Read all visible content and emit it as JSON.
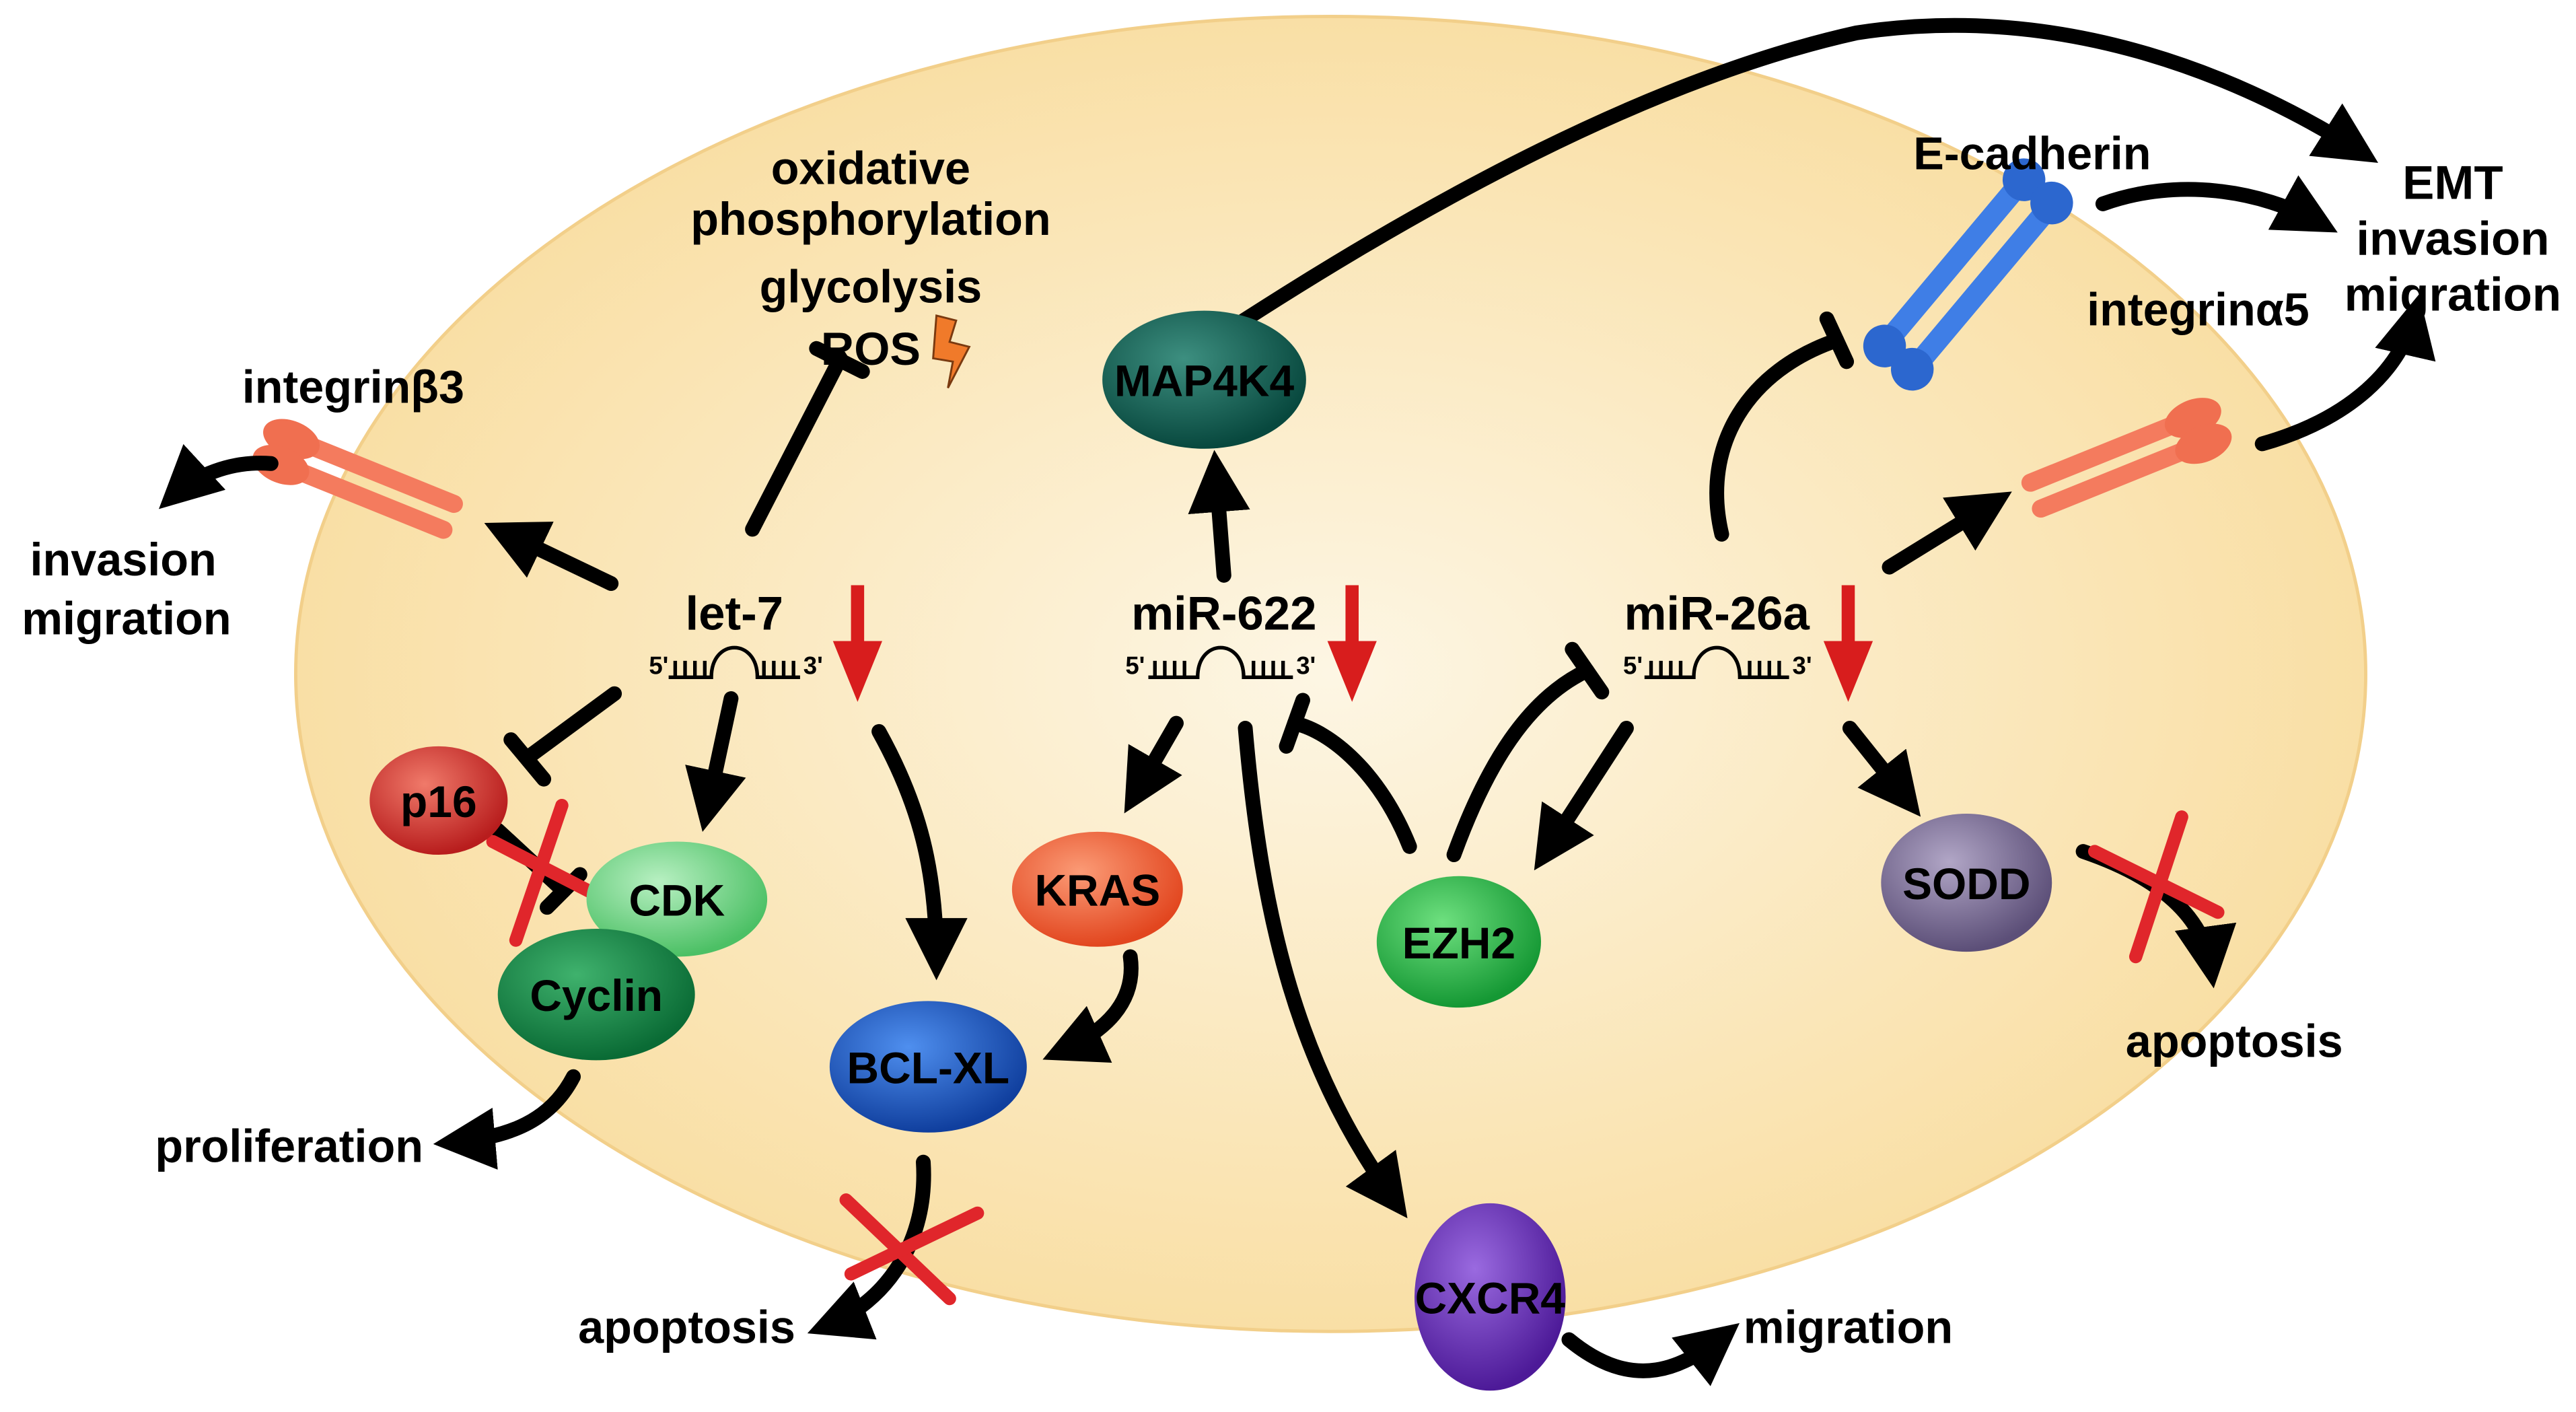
{
  "cell": {
    "fill_center": "#fdf6e4",
    "fill_edge": "#f9dfa5",
    "outline": "#f2cf8a"
  },
  "colors": {
    "accent_red": "#d81d1d",
    "x_mark": "#e0262b",
    "integrin": "#f47b5e",
    "ecadherin": "#3f7ee6"
  },
  "mirnas": [
    {
      "id": "let7",
      "label": "let-7",
      "prime5": "5'",
      "prime3": "3'",
      "trend": "down"
    },
    {
      "id": "mir622",
      "label": "miR-622",
      "prime5": "5'",
      "prime3": "3'",
      "trend": "down"
    },
    {
      "id": "mir26a",
      "label": "miR-26a",
      "prime5": "5'",
      "prime3": "3'",
      "trend": "down"
    }
  ],
  "proteins": [
    {
      "id": "p16",
      "label": "p16",
      "color": "#d7302b"
    },
    {
      "id": "cdk",
      "label": "CDK",
      "color": "#78d58a"
    },
    {
      "id": "cyclin",
      "label": "Cyclin",
      "color": "#138a48"
    },
    {
      "id": "bclxl",
      "label": "BCL-XL",
      "color": "#1c55c7"
    },
    {
      "id": "kras",
      "label": "KRAS",
      "color": "#ee5b36"
    },
    {
      "id": "map4k4",
      "label": "MAP4K4",
      "color": "#0f5f52"
    },
    {
      "id": "ezh2",
      "label": "EZH2",
      "color": "#2eb24a"
    },
    {
      "id": "sodd",
      "label": "SODD",
      "color": "#7e6f9a"
    },
    {
      "id": "cxcr4",
      "label": "CXCR4",
      "color": "#6a2fb8"
    }
  ],
  "labels": {
    "oxphos_line1": "oxidative",
    "oxphos_line2": "phosphorylation",
    "glycolysis": "glycolysis",
    "ros": "ROS",
    "integrin_b3": "integrinβ3",
    "integrin_a5": "integrinα5",
    "ecadherin": "E-cadherin",
    "invasion": "invasion",
    "migration": "migration",
    "proliferation": "proliferation",
    "apoptosis": "apoptosis",
    "apoptosis_right": "apoptosis",
    "migration_bottom": "migration",
    "emt": "EMT",
    "emt_invasion": "invasion",
    "emt_migration": "migration"
  }
}
